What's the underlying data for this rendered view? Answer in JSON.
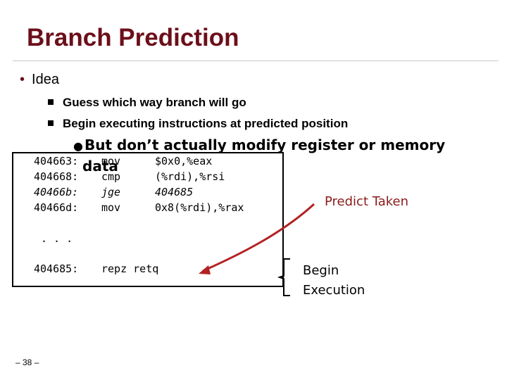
{
  "slide": {
    "title": "Branch Prediction",
    "bullet": "Idea",
    "points": [
      "Guess which way branch will go",
      "Begin executing instructions at predicted position"
    ],
    "sub_point_line1": "But don’t actually modify register or memory",
    "sub_point_line2": "data",
    "page_number": "– 38 –"
  },
  "code": {
    "rows": [
      {
        "addr": "404663:",
        "op": "mov",
        "args": "$0x0,%eax"
      },
      {
        "addr": "404668:",
        "op": "cmp",
        "args": "(%rdi),%rsi"
      },
      {
        "addr": "40466b:",
        "op": "jge",
        "args": "404685"
      },
      {
        "addr": "40466d:",
        "op": "mov",
        "args": "0x8(%rdi),%rax"
      }
    ],
    "ellipsis": ". . .",
    "target": {
      "addr": "404685:",
      "op": "repz retq"
    }
  },
  "annotations": {
    "predict": "Predict Taken",
    "begin_line1": "Begin",
    "begin_line2": "Execution"
  },
  "colors": {
    "title": "#6b0f1a",
    "arrow": "#b22222",
    "predict_text": "#8b1b1b"
  }
}
